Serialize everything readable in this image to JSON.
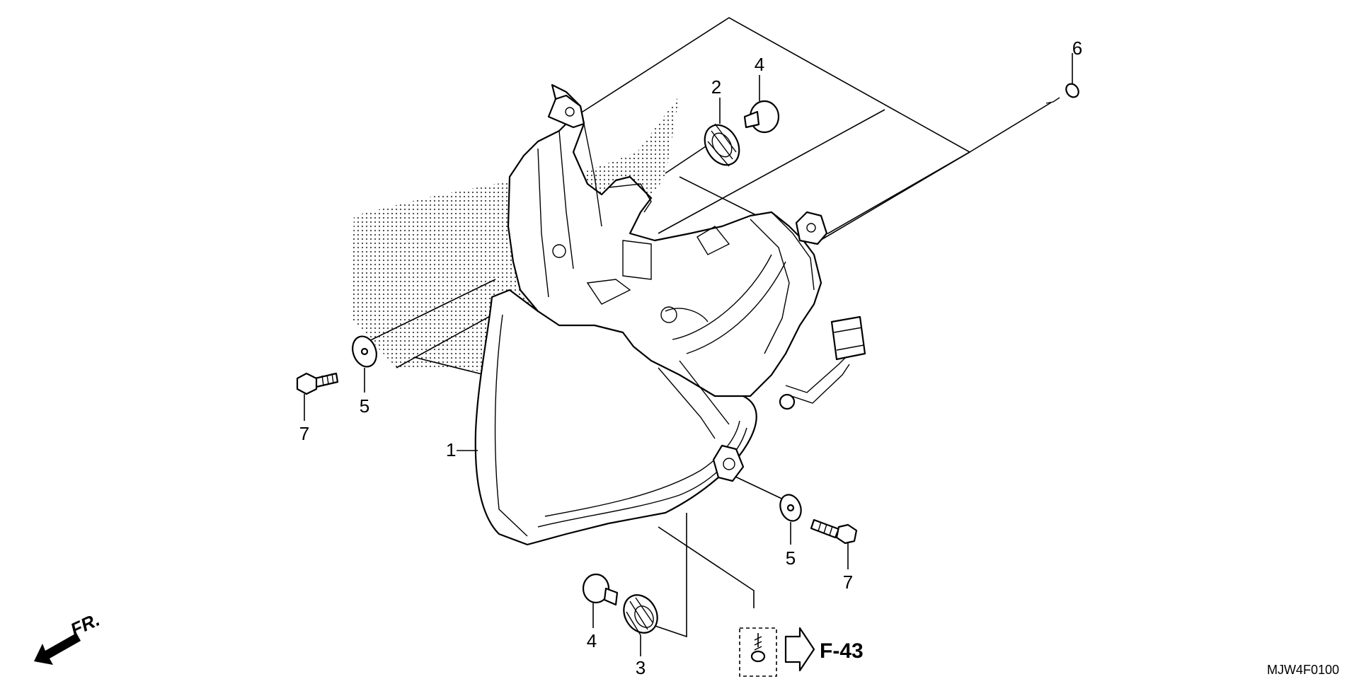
{
  "diagram": {
    "callouts": [
      "1",
      "2",
      "3",
      "4",
      "4",
      "5",
      "5",
      "6",
      "7",
      "7"
    ],
    "reference": "F-43",
    "direction": "FR.",
    "code": "MJW4F0100"
  },
  "colors": {
    "ink": "#000000",
    "background": "#ffffff"
  }
}
